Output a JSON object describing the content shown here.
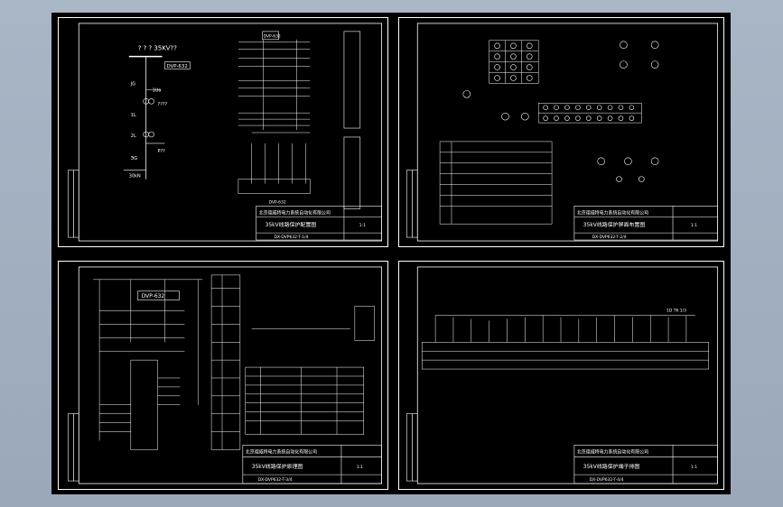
{
  "sheets": [
    {
      "id": "sheet-1",
      "schematic": {
        "bus_label": "? ? ? 35KV??",
        "relay_box": "DVP-632",
        "labels": [
          "JG",
          "1Ua",
          "1L",
          "????",
          "2L",
          "P??",
          "ЭG",
          "30kN"
        ],
        "relay_box_bottom": "DVP-632"
      },
      "title_block": {
        "company": "北京德威特电力系统自动化有限公司",
        "drawing_title": "35kV线路保护配置图",
        "drawing_no": "DX-DVP632-T-1/4",
        "scale": "1:1"
      }
    },
    {
      "id": "sheet-2",
      "title_block": {
        "company": "北京德威特电力系统自动化有限公司",
        "drawing_title": "35kV线路保护屏面布置图",
        "drawing_no": "DX-DVP632-T-2/4",
        "scale": "1:1"
      }
    },
    {
      "id": "sheet-3",
      "schematic": {
        "relay_box": "DVP-632"
      },
      "title_block": {
        "company": "北京德威特电力系统自动化有限公司",
        "drawing_title": "35kV线路保护原理图",
        "drawing_no": "DX-DVP632-T-3/4",
        "scale": "1:1"
      }
    },
    {
      "id": "sheet-4",
      "schematic": {
        "terminal_label": "1D TK 1/3"
      },
      "title_block": {
        "company": "北京德威特电力系统自动化有限公司",
        "drawing_title": "35kV线路保护端子排图",
        "drawing_no": "DX-DVP632-T-4/4",
        "scale": "1:1"
      }
    }
  ]
}
